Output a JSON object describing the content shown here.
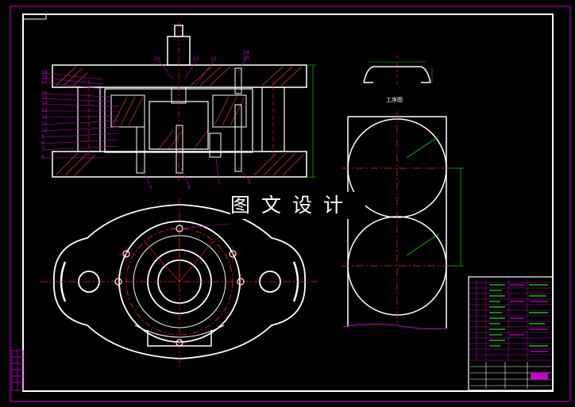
{
  "colors": {
    "background": "#000000",
    "frame": "#cc00cc",
    "line": "#ffffff",
    "section_hatch": "#ff4040",
    "center_line": "#ff2020",
    "dimension": "#00cc00",
    "leader": "#cc00cc",
    "title_block_text": "#00cc00"
  },
  "watermark": "图文设计",
  "process_label": "工序图",
  "assembly_view": {
    "left_callouts": [
      "19",
      "18",
      "17",
      "16",
      "15",
      "14",
      "13",
      "12",
      "11",
      "10",
      "9",
      "8",
      "7",
      "6"
    ],
    "top_callouts": [
      "20",
      "21",
      "22",
      "24",
      "23"
    ],
    "bottom_callouts": [
      "5",
      "4",
      "3"
    ]
  }
}
